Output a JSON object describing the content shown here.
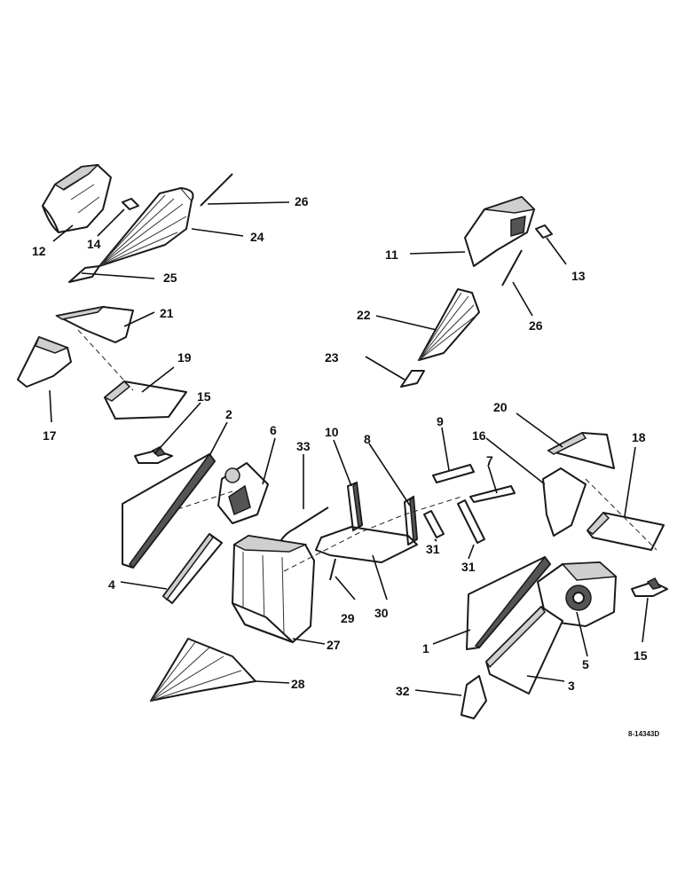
{
  "drawing_ref": "8-14343D",
  "callouts": {
    "c1": "1",
    "c2": "2",
    "c3": "3",
    "c4": "4",
    "c5": "5",
    "c6": "6",
    "c7": "7",
    "c8": "8",
    "c9": "9",
    "c10": "10",
    "c11": "11",
    "c12": "12",
    "c13": "13",
    "c14": "14",
    "c15a": "15",
    "c15b": "15",
    "c16": "16",
    "c17": "17",
    "c18": "18",
    "c19": "19",
    "c20": "20",
    "c21": "21",
    "c22": "22",
    "c23": "23",
    "c24": "24",
    "c25": "25",
    "c26a": "26",
    "c26b": "26",
    "c27": "27",
    "c28": "28",
    "c29": "29",
    "c30": "30",
    "c31a": "31",
    "c31b": "31",
    "c32": "32",
    "c33": "33"
  }
}
